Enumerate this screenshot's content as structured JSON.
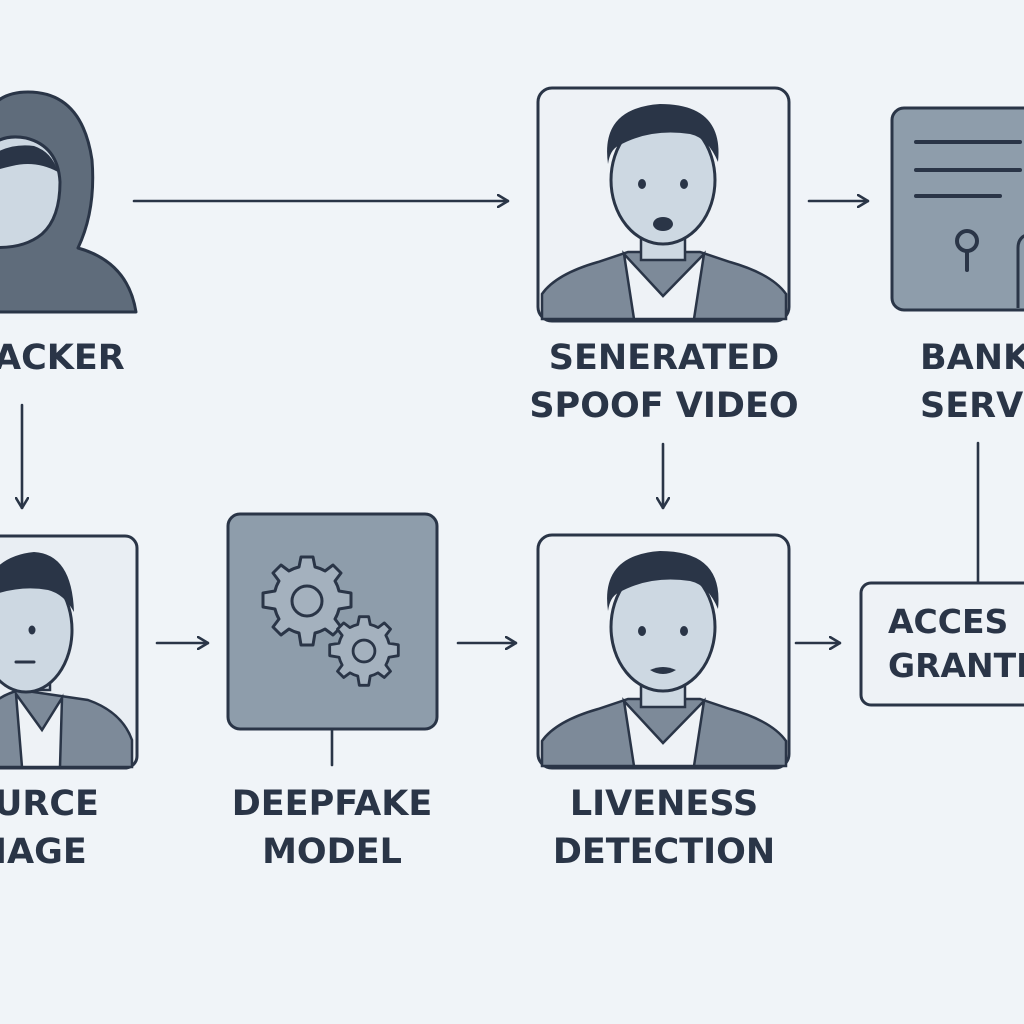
{
  "nodes": {
    "hacker": {
      "label_line1": "ACKER"
    },
    "source_image": {
      "label_line1": "URCE",
      "label_line2": "IAGE"
    },
    "deepfake_model": {
      "label_line1": "DEEPFAKE",
      "label_line2": "MODEL"
    },
    "spoof_video": {
      "label_line1": "SENERATED",
      "label_line2": "SPOOF VIDEO"
    },
    "liveness_detection": {
      "label_line1": "LIVENESS",
      "label_line2": "DETECTION"
    },
    "bank_server": {
      "label_line1": "BANK",
      "label_line2": "SERVE"
    },
    "access_granted": {
      "label_line1": "ACCES",
      "label_line2": "GRANTE"
    }
  },
  "colors": {
    "background": "#f0f4f8",
    "stroke": "#2a3547",
    "face_fill": "#cdd8e2",
    "panel_fill": "#8e9dab",
    "hood_fill": "#5f6c7b",
    "suit_fill": "#7d8a99"
  },
  "icons": {
    "hacker": "hooded-figure-icon",
    "faces": "person-portrait-icon",
    "model": "gears-icon",
    "server": "server-document-icon"
  }
}
